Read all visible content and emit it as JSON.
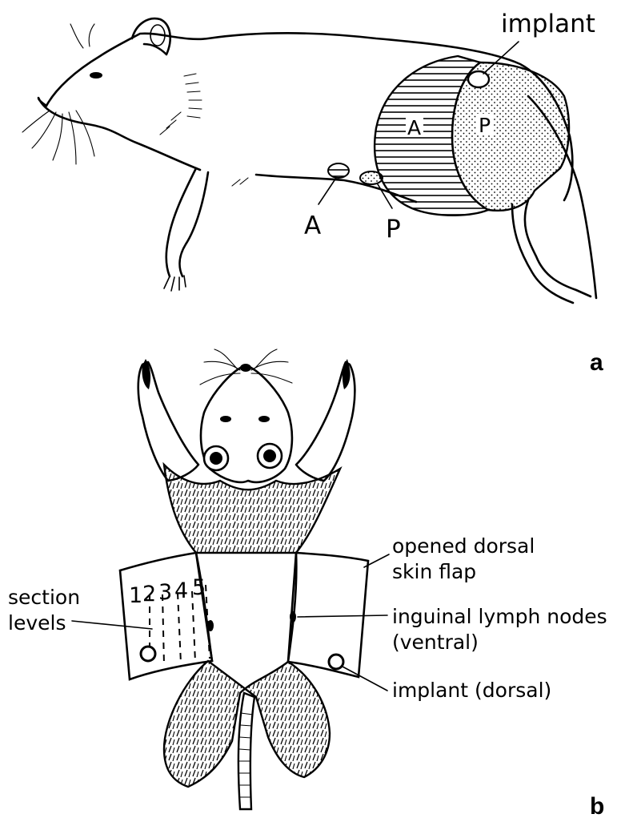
{
  "panel_a": {
    "label": "a",
    "implant_label": "implant",
    "region_anterior": "A",
    "region_posterior": "P",
    "node_anterior": "A",
    "node_posterior": "P"
  },
  "panel_b": {
    "label": "b",
    "section_levels_line1": "section",
    "section_levels_line2": "levels",
    "section_numbers": [
      "1",
      "2",
      "3",
      "4",
      "5"
    ],
    "skin_flap_line1": "opened dorsal",
    "skin_flap_line2": "skin flap",
    "lymph_nodes_line1": "inguinal lymph nodes",
    "lymph_nodes_line2": "(ventral)",
    "implant_label": "implant (dorsal)"
  }
}
